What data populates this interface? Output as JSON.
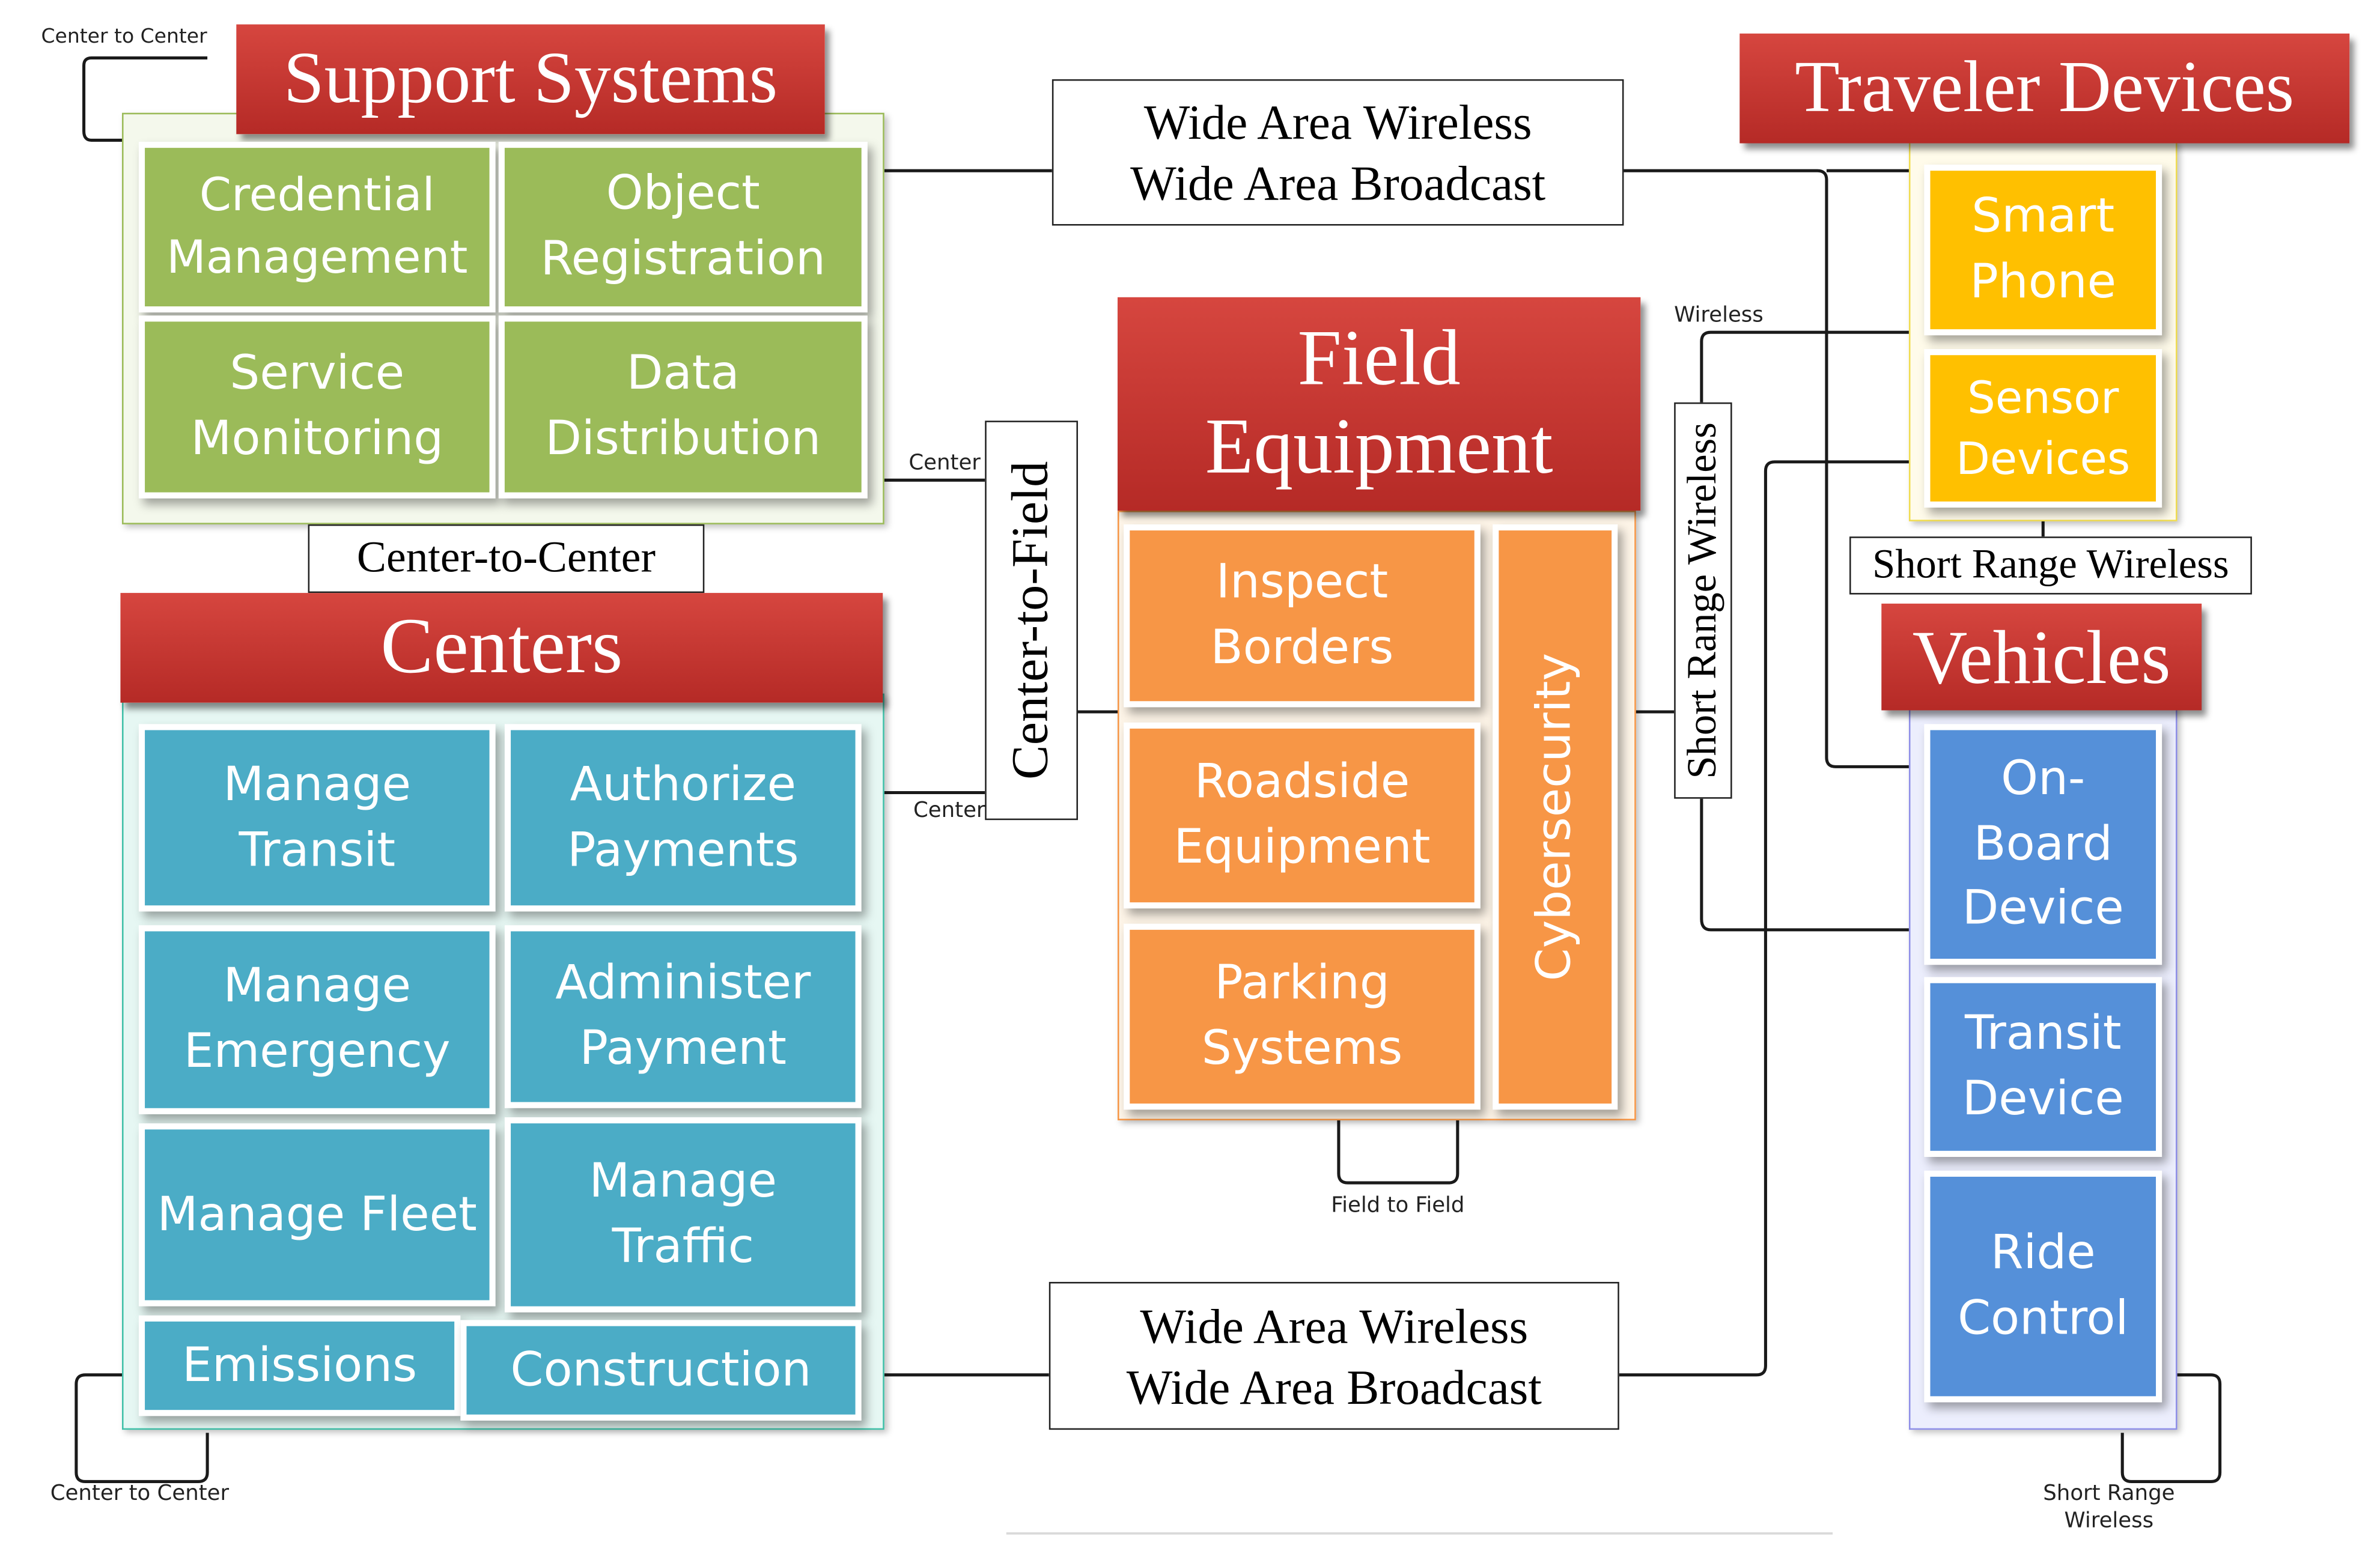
{
  "groups": {
    "support_systems": {
      "title": "Support Systems",
      "color": "#9bbb59",
      "items": [
        "Credential Management",
        "Object Registration",
        "Service Monitoring",
        "Data Distribution"
      ]
    },
    "centers": {
      "title": "Centers",
      "color": "#4bacc6",
      "items": [
        "Manage Transit",
        "Authorize Payments",
        "Manage Emergency",
        "Administer Payment",
        "Manage Fleet",
        "Manage Traffic",
        "Emissions",
        "Construction"
      ]
    },
    "field_equipment": {
      "title": "Field Equipment",
      "color": "#f79646",
      "items": [
        "Inspect Borders",
        "Roadside Equipment",
        "Parking Systems"
      ],
      "side_item": "Cybersecurity"
    },
    "traveler_devices": {
      "title": "Traveler Devices",
      "color": "#ffc000",
      "items": [
        "Smart Phone",
        "Sensor Devices"
      ]
    },
    "vehicles": {
      "title": "Vehicles",
      "color": "#5590d9",
      "items": [
        "On-Board Device",
        "Transit Device",
        "Ride Control"
      ]
    }
  },
  "links": {
    "wide_area_top": "Wide Area Wireless\nWide Area Broadcast",
    "wide_area_bottom": "Wide Area Wireless\nWide Area Broadcast",
    "center_to_center": "Center-to-Center",
    "center_to_field": "Center-to-Field",
    "short_range_vertical": "Short Range Wireless",
    "short_range_horizontal": "Short Range Wireless"
  },
  "small_labels": {
    "center_to_center_top": "Center to Center",
    "center_to_center_bottom": "Center to Center",
    "center_upper": "Center",
    "center_lower": "Center",
    "wireless": "Wireless",
    "field_to_field": "Field to Field",
    "short_range_wireless_loop": "Short Range\nWireless"
  },
  "header_color": "#c0312c"
}
